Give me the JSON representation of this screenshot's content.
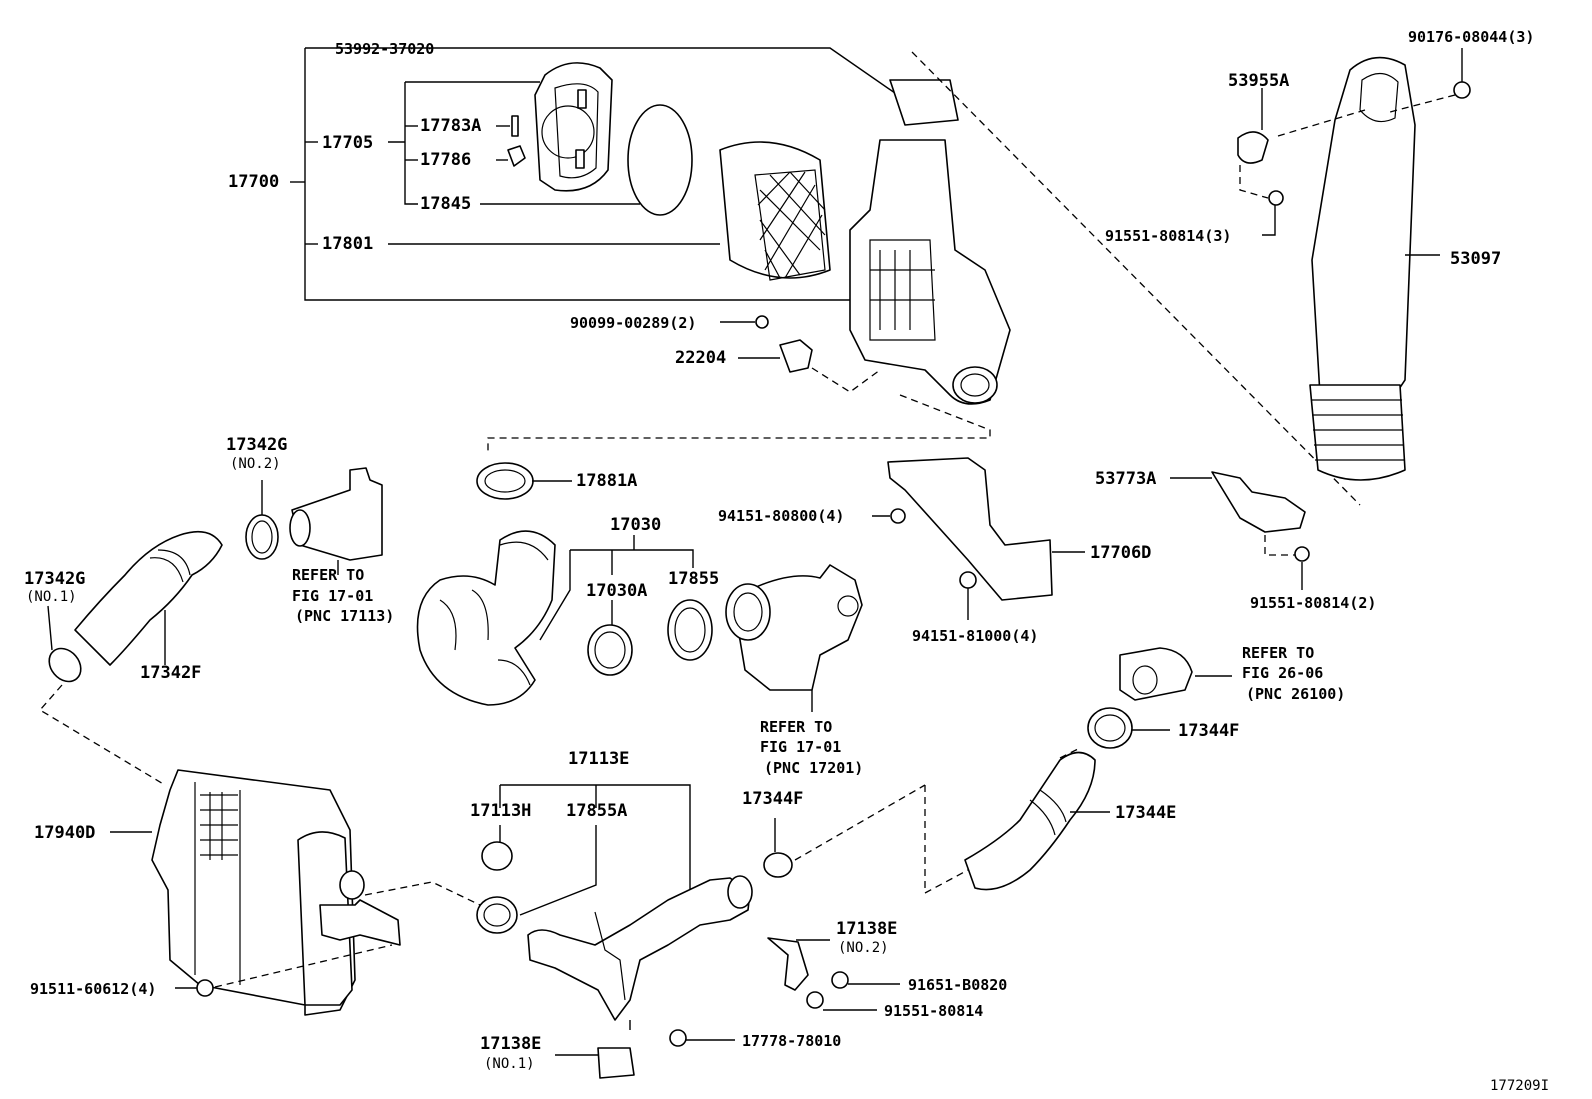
{
  "figure_id": "177209I",
  "labels": {
    "p53992": "53992-37020",
    "p17700": "17700",
    "p17705": "17705",
    "p17783A": "17783A",
    "p17786": "17786",
    "p17845": "17845",
    "p17801": "17801",
    "p90099": "90099-00289(2)",
    "p22204": "22204",
    "p90176": "90176-08044(3)",
    "p53955A": "53955A",
    "p91551_3": "91551-80814(3)",
    "p53097": "53097",
    "p17342G_2": "17342G",
    "no2a": "(NO.2)",
    "refer1a": "REFER TO",
    "refer1b": "FIG 17-01",
    "refer1c": "(PNC 17113)",
    "p17342G_1": "17342G",
    "no1a": "(NO.1)",
    "p17342F": "17342F",
    "p17881A": "17881A",
    "p17030": "17030",
    "p17030A": "17030A",
    "p17855": "17855",
    "p94151_80800": "94151-80800(4)",
    "p17706D": "17706D",
    "p94151_81000": "94151-81000(4)",
    "p53773A": "53773A",
    "p91551_2": "91551-80814(2)",
    "refer2a": "REFER TO",
    "refer2b": "FIG 17-01",
    "refer2c": "(PNC 17201)",
    "refer3a": "REFER TO",
    "refer3b": "FIG 26-06",
    "refer3c": "(PNC 26100)",
    "p17344F_r": "17344F",
    "p17344E": "17344E",
    "p17113E": "17113E",
    "p17113H": "17113H",
    "p17855A": "17855A",
    "p17344F_c": "17344F",
    "p17940D": "17940D",
    "p17138E_2": "17138E",
    "no2b": "(NO.2)",
    "p91651": "91651-B0820",
    "p91551": "91551-80814",
    "p91511": "91511-60612(4)",
    "p17778": "17778-78010",
    "p17138E_1": "17138E",
    "no1b": "(NO.1)"
  }
}
